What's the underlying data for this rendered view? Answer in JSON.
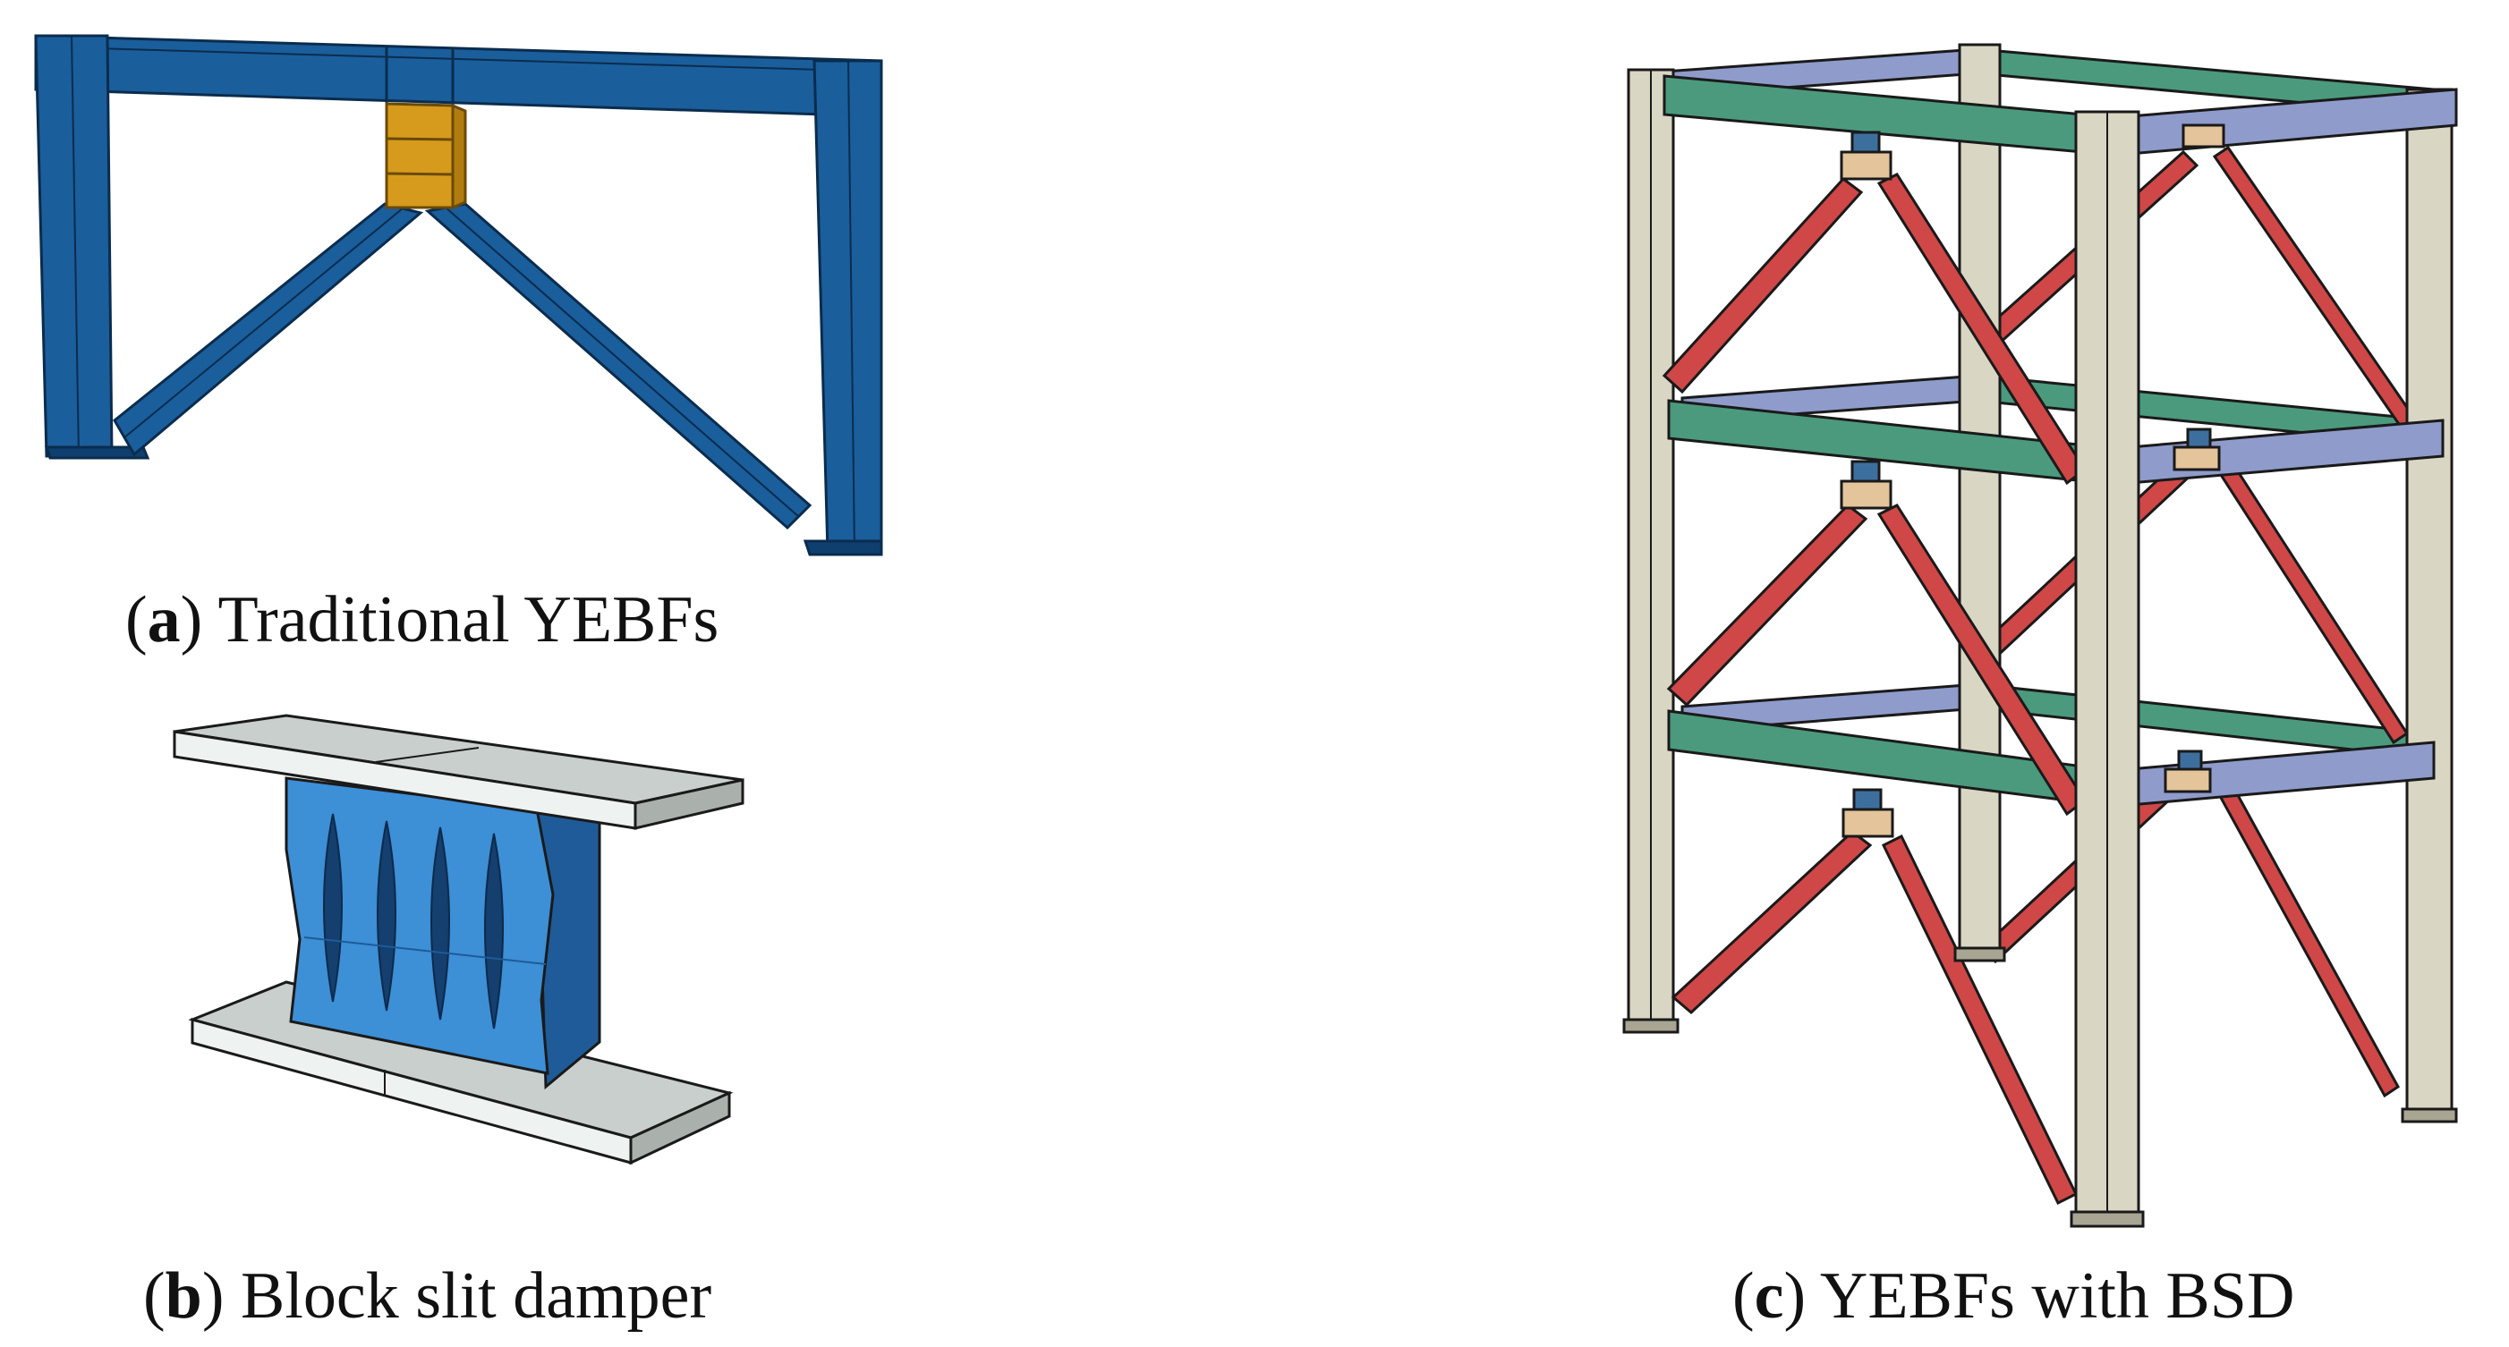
{
  "captions": {
    "a": {
      "letter": "a",
      "text": "Traditional YEBFs"
    },
    "b": {
      "letter": "b",
      "text": "Block slit damper"
    },
    "c": {
      "letter": "c",
      "text": "YEBFs with BSD"
    }
  },
  "colors": {
    "frame_blue": "#1a5e9c",
    "frame_blue_dark": "#0e3f6e",
    "link_gold": "#d69b1c",
    "damper_blue": "#3d8fd6",
    "damper_blue_dark": "#1e5b98",
    "plate_grey": "#c9cfcc",
    "plate_light": "#eef2f0",
    "column_beige": "#d9d6c4",
    "beam_green": "#4b9a7e",
    "beam_lavender": "#8f9bcb",
    "brace_red": "#cf4747",
    "connector_tan": "#e4c49a",
    "outline": "#1a1a1a"
  }
}
